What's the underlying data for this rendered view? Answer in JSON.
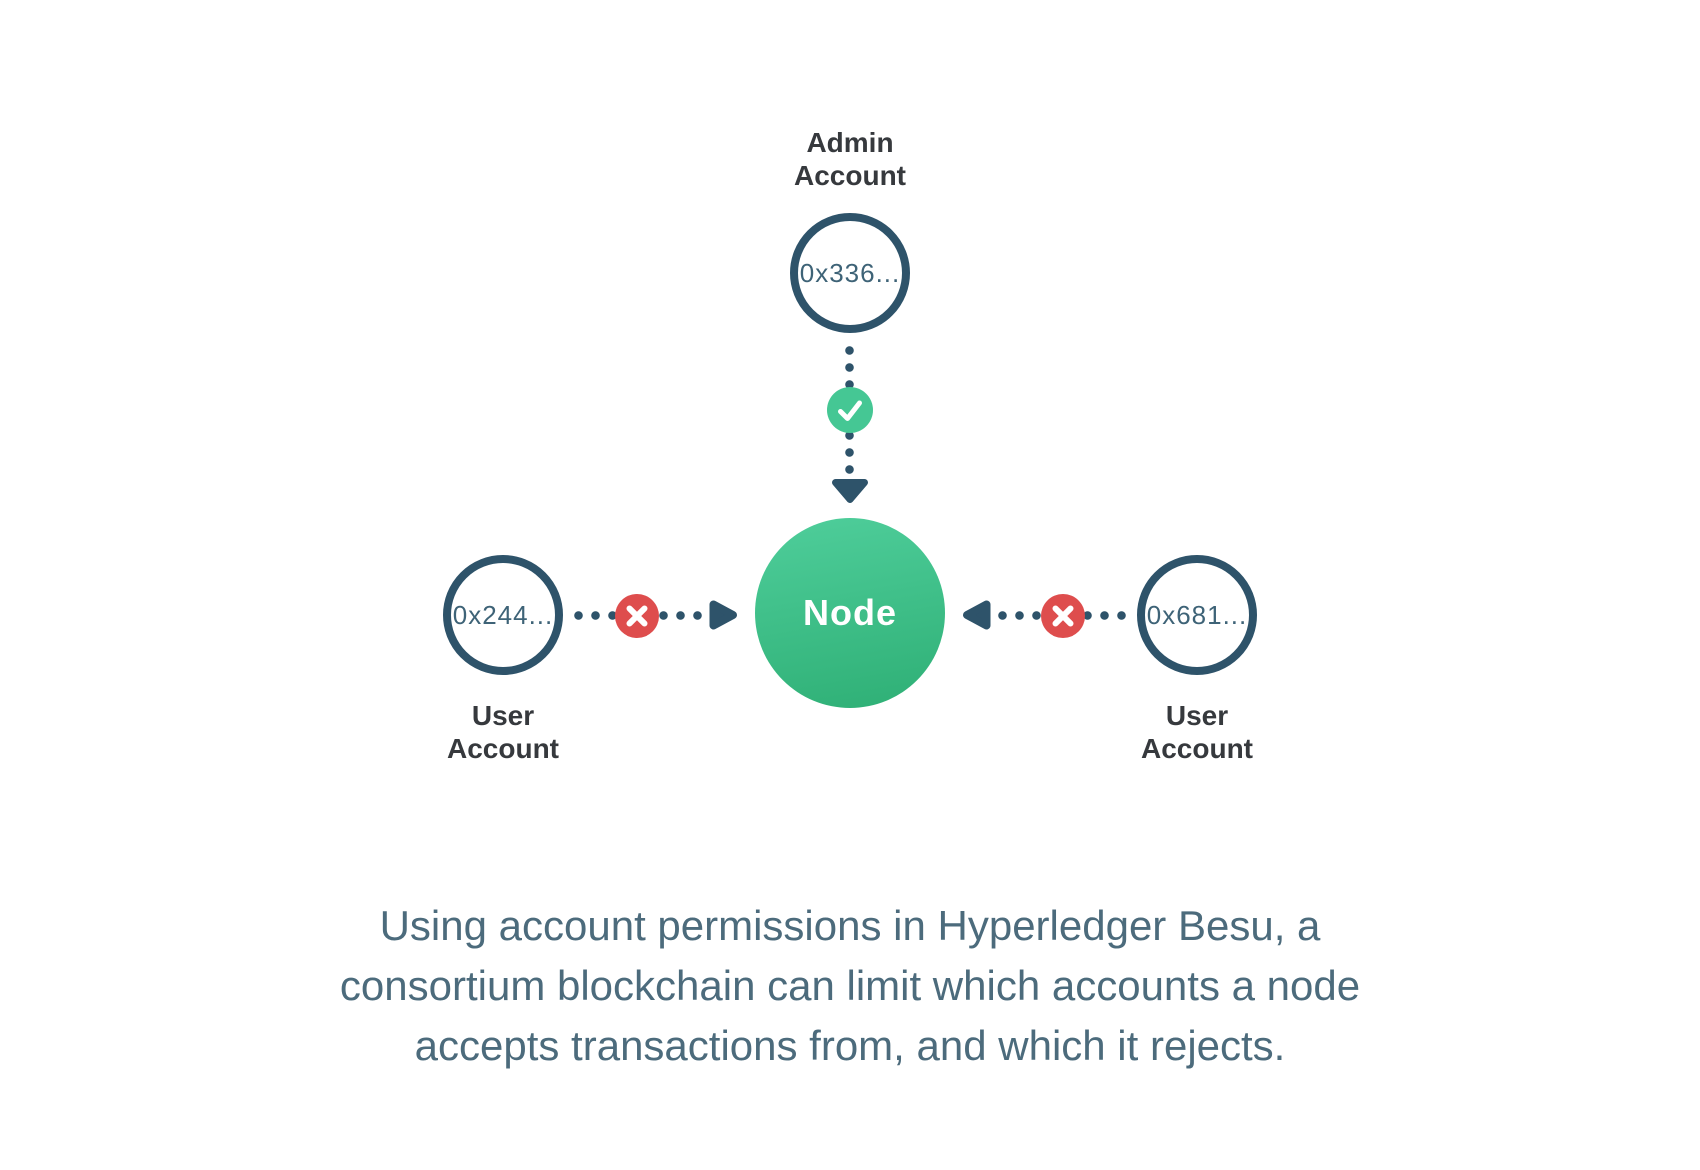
{
  "colors": {
    "outline": "#2E536A",
    "dark_label": "#36393D",
    "account_text": "#3E6377",
    "caption": "#4C6B7C",
    "green": "#45C794",
    "node_top": "#4FCE9B",
    "node_bottom": "#2EAF75",
    "red": "#DE4D4D",
    "background": "#FFFFFF"
  },
  "diagram": {
    "admin": {
      "label_line1": "Admin",
      "label_line2": "Account",
      "account_id": "0x336...",
      "status": "accepted",
      "status_icon": "check-icon"
    },
    "node": {
      "label": "Node"
    },
    "user_left": {
      "label_line1": "User",
      "label_line2": "Account",
      "account_id": "0x244...",
      "status": "rejected",
      "status_icon": "x-icon"
    },
    "user_right": {
      "label_line1": "User",
      "label_line2": "Account",
      "account_id": "0x681...",
      "status": "rejected",
      "status_icon": "x-icon"
    }
  },
  "caption": {
    "line1": "Using account permissions in Hyperledger Besu, a",
    "line2": "consortium blockchain can limit which accounts a node",
    "line3": "accepts transactions from, and which it rejects."
  }
}
